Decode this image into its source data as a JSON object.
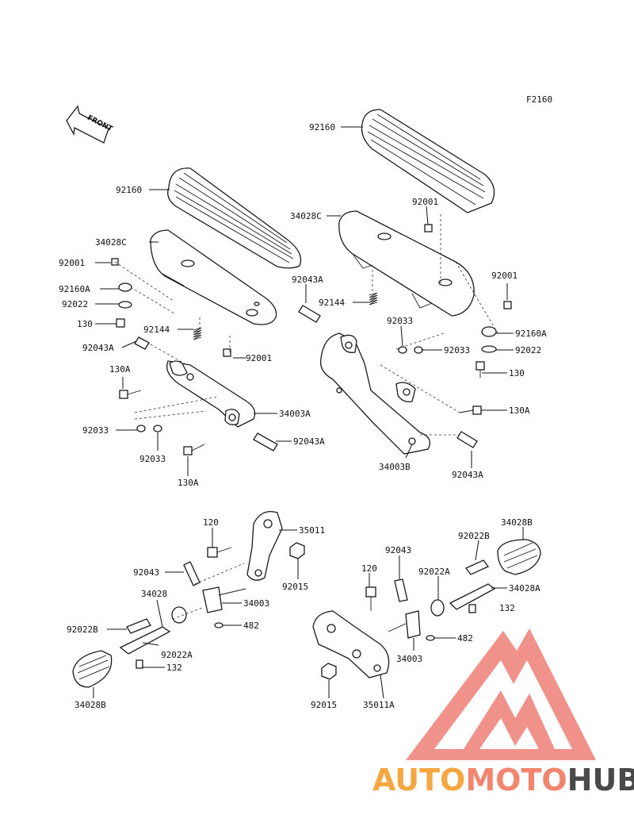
{
  "diagram_id": "F2160",
  "front_label": "FRONT",
  "watermark": {
    "part1": "AUTO",
    "part2": "MOTO",
    "part3": "HUB",
    "color1": "#f5a742",
    "color2": "#f2856e",
    "color3": "#4a4a4a",
    "logo_color": "#ee7f76"
  },
  "labels": {
    "l1": "92160",
    "l2": "92160",
    "l3": "34028C",
    "l4": "92001",
    "l5": "92160A",
    "l6": "92022",
    "l7": "130",
    "l8": "92043A",
    "l9": "92144",
    "l10": "92001",
    "l11": "130A",
    "l12": "34003A",
    "l13": "92033",
    "l14": "92033",
    "l15": "92043A",
    "l16": "130A",
    "l17": "34028C",
    "l18": "92001",
    "l19": "92043A",
    "l20": "92144",
    "l21": "92001",
    "l22": "92033",
    "l23": "92033",
    "l24": "92160A",
    "l25": "92022",
    "l26": "130",
    "l27": "130A",
    "l28": "34003B",
    "l29": "92043A",
    "l30": "120",
    "l31": "35011",
    "l32": "92043",
    "l33": "92015",
    "l34": "34028",
    "l35": "34003",
    "l36": "482",
    "l37": "92022B",
    "l38": "92022A",
    "l39": "132",
    "l40": "34028B",
    "l41": "34028B",
    "l42": "92022B",
    "l43": "92043",
    "l44": "120",
    "l45": "92022A",
    "l46": "34028A",
    "l47": "132",
    "l48": "482",
    "l49": "34003",
    "l50": "92015",
    "l51": "35011A"
  }
}
